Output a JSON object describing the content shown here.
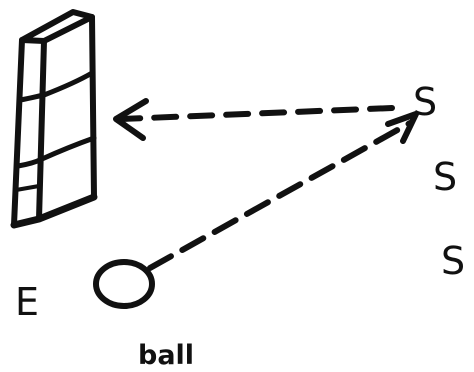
{
  "labels": {
    "player_top": "S",
    "player_middle": "S",
    "player_bottom": "S",
    "end_marker": "E",
    "ball": "ball"
  },
  "colors": {
    "ink": "#111111",
    "background": "#ffffff"
  },
  "icons": {
    "wall": "stacked-block-wall",
    "ball": "circle",
    "pass_arrow": "dashed-arrow"
  }
}
